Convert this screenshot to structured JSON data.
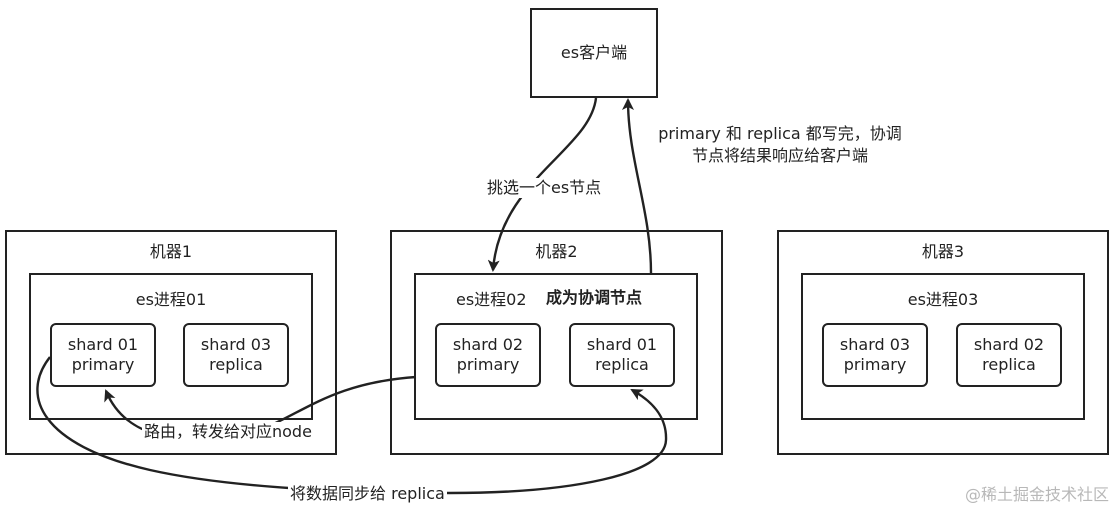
{
  "client": {
    "label": "es客户端"
  },
  "machines": [
    {
      "label": "机器1",
      "process": "es进程01",
      "shards": [
        {
          "name": "shard 01",
          "role": "primary"
        },
        {
          "name": "shard 03",
          "role": "replica"
        }
      ]
    },
    {
      "label": "机器2",
      "process": "es进程02",
      "coordinator_label": "成为协调节点",
      "shards": [
        {
          "name": "shard 02",
          "role": "primary"
        },
        {
          "name": "shard 01",
          "role": "replica"
        }
      ]
    },
    {
      "label": "机器3",
      "process": "es进程03",
      "shards": [
        {
          "name": "shard 03",
          "role": "primary"
        },
        {
          "name": "shard 02",
          "role": "replica"
        }
      ]
    }
  ],
  "annotations": {
    "pick_node": "挑选一个es节点",
    "response_line1": "primary 和 replica 都写完，协调",
    "response_line2": "节点将结果响应给客户端",
    "route": "路由，转发给对应node",
    "sync": "将数据同步给 replica"
  },
  "watermark": "@稀土掘金技术社区"
}
